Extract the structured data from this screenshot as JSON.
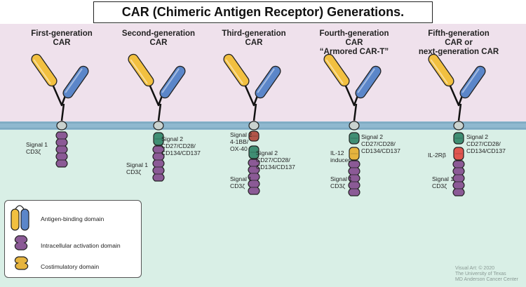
{
  "title": "CAR (Chimeric Antigen Receptor) Generations.",
  "generations": [
    {
      "title": [
        "First-generation",
        "CAR"
      ],
      "labels": [
        [
          "Signal 1",
          "CD3ζ"
        ]
      ]
    },
    {
      "title": [
        "Second-generation",
        "CAR"
      ],
      "labels": [
        [
          "Signal 2",
          "CD27/CD28/",
          "CD134/CD137"
        ],
        [
          "Signal 1",
          "CD3ζ"
        ]
      ]
    },
    {
      "title": [
        "Third-generation",
        "CAR"
      ],
      "labels": [
        [
          "Signal 2",
          "4-1BB/",
          "OX-40"
        ],
        [
          "Signal 2",
          "CD27/CD28/",
          "CD134/CD137"
        ],
        [
          "Signal 1",
          "CD3ζ"
        ]
      ]
    },
    {
      "title": [
        "Fourth-generation",
        "CAR",
        "“Armored CAR-T”"
      ],
      "labels": [
        [
          "Signal 2",
          "CD27/CD28/",
          "CD134/CD137"
        ],
        [
          "IL-12",
          "inducer"
        ],
        [
          "Signal 1",
          "CD3ζ"
        ]
      ]
    },
    {
      "title": [
        "Fifth-generation",
        "CAR or",
        "next-generation CAR"
      ],
      "labels": [
        [
          "Signal 2",
          "CD27/CD28/",
          "CD134/CD137"
        ],
        [
          "IL-2Rβ"
        ],
        [
          "Signal 1",
          "CD3ζ"
        ]
      ]
    }
  ],
  "legend": {
    "antigen_binding": "Antigen-binding domain",
    "intracellular": "Intracellular activation domain",
    "costimulatory": "Costimulatory domain"
  },
  "credit": [
    "Visual Art: © 2020",
    "The University of Texas",
    "MD Anderson Cancer Center"
  ],
  "colors": {
    "extracellular_bg": "#efe1ec",
    "intracellular_bg": "#d9efe6",
    "membrane": "#8fb8cf",
    "yellow_domain": "#f2c040",
    "blue_domain": "#5b86c9",
    "hinge": "#c9d2cf",
    "cd3z": "#8b5a96",
    "signal2": "#3f8e73",
    "signal2_alt": "#b3564a",
    "il12": "#e6b43e",
    "il2rb": "#e0554f"
  }
}
